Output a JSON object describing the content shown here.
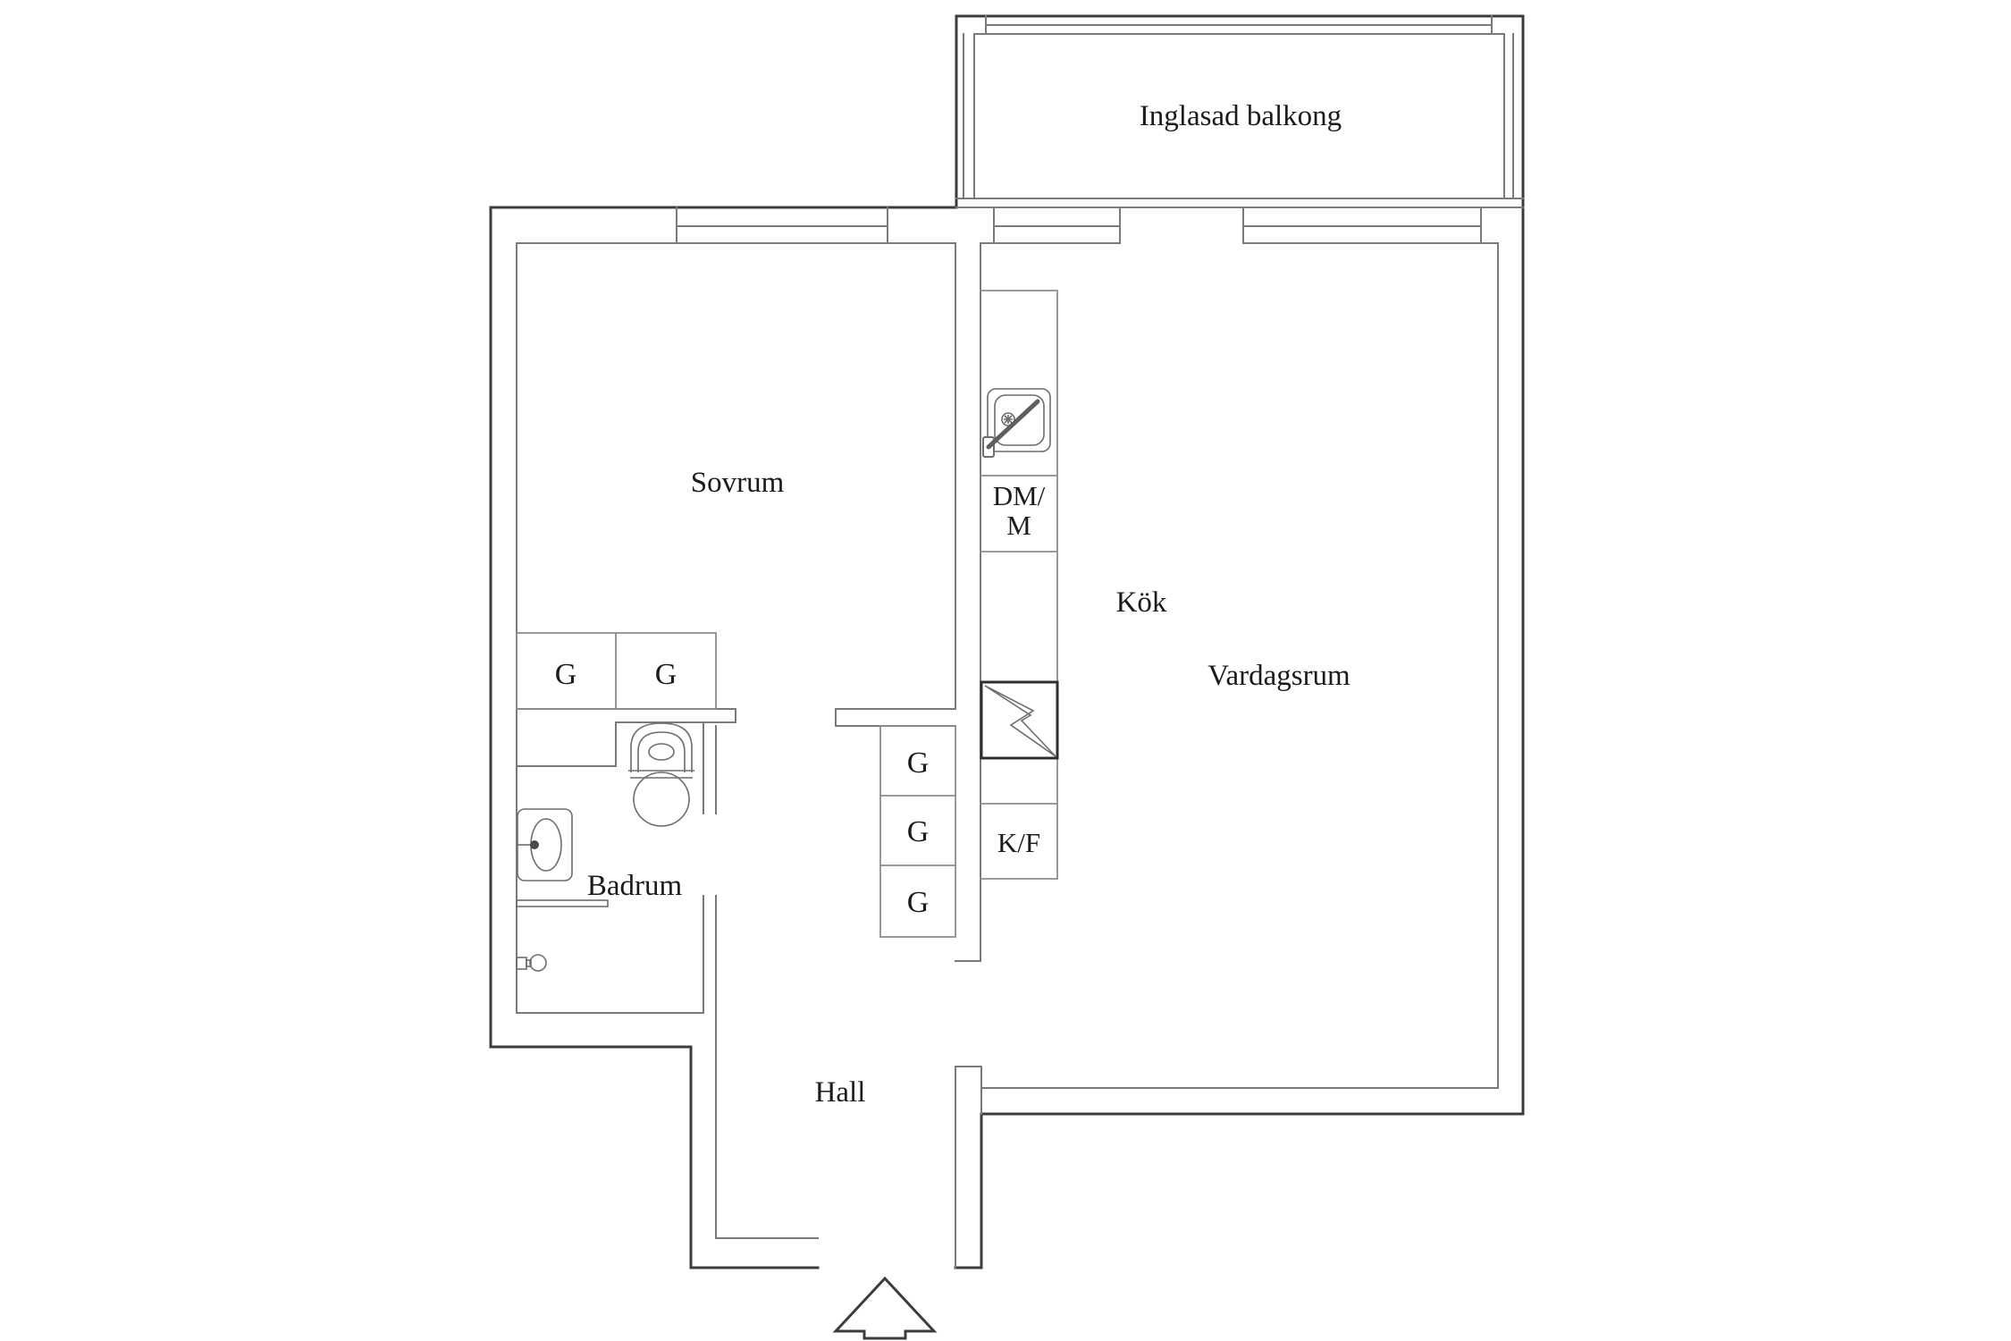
{
  "meta": {
    "kind": "apartment-floor-plan",
    "language": "Swedish"
  },
  "colors": {
    "background": "#ffffff",
    "wall_outer": "#3c3c3c",
    "wall_inner": "#7a7a7a",
    "text": "#1b1b1b"
  },
  "rooms": {
    "balcony": {
      "label": "Inglasad balkong"
    },
    "bedroom": {
      "label": "Sovrum"
    },
    "kitchen": {
      "label": "Kök"
    },
    "living_room": {
      "label": "Vardagsrum"
    },
    "bathroom": {
      "label": "Badrum"
    },
    "hall": {
      "label": "Hall"
    }
  },
  "fixtures": {
    "wardrobes": {
      "bedroom": [
        "G",
        "G"
      ],
      "hall": [
        "G",
        "G",
        "G"
      ]
    },
    "appliances": {
      "dishwasher_microwave_line1": "DM/",
      "dishwasher_microwave_line2": "M",
      "fridge_freezer": "K/F"
    },
    "icons": [
      "kitchen-sink-icon",
      "stove-lightning-icon",
      "toilet-icon",
      "bathroom-vanity-icon",
      "towel-rail",
      "shower-mixer-icon",
      "entrance-arrow-icon"
    ]
  }
}
